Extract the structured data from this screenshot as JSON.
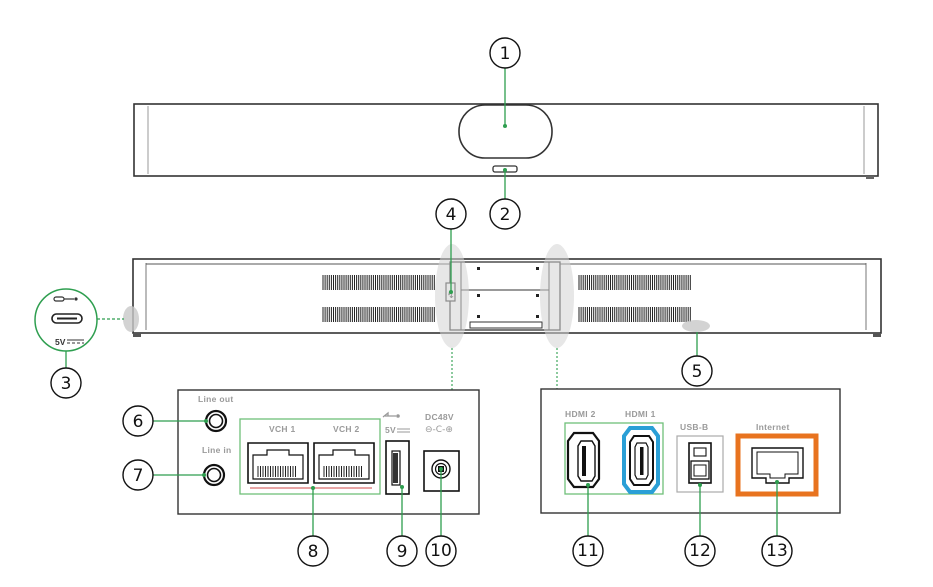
{
  "callouts": [
    "1",
    "2",
    "3",
    "4",
    "5",
    "6",
    "7",
    "8",
    "9",
    "10",
    "11",
    "12",
    "13"
  ],
  "ports_left": {
    "line_out": "Line out",
    "line_in": "Line in",
    "vch1": "VCH 1",
    "vch2": "VCH 2",
    "usb_5v": "5V",
    "dc48v": "DC48V"
  },
  "ports_right": {
    "hdmi2": "HDMI 2",
    "hdmi1": "HDMI 1",
    "usbb": "USB-B",
    "internet": "Internet"
  },
  "side_port": {
    "label": "5V"
  },
  "colors": {
    "callout_line": "#2e9e4f",
    "group_box": "#6fbf7a",
    "hdmi1_highlight": "#2a9fd6",
    "internet_highlight": "#e8731f",
    "vch_underline": "#d24b4b"
  }
}
